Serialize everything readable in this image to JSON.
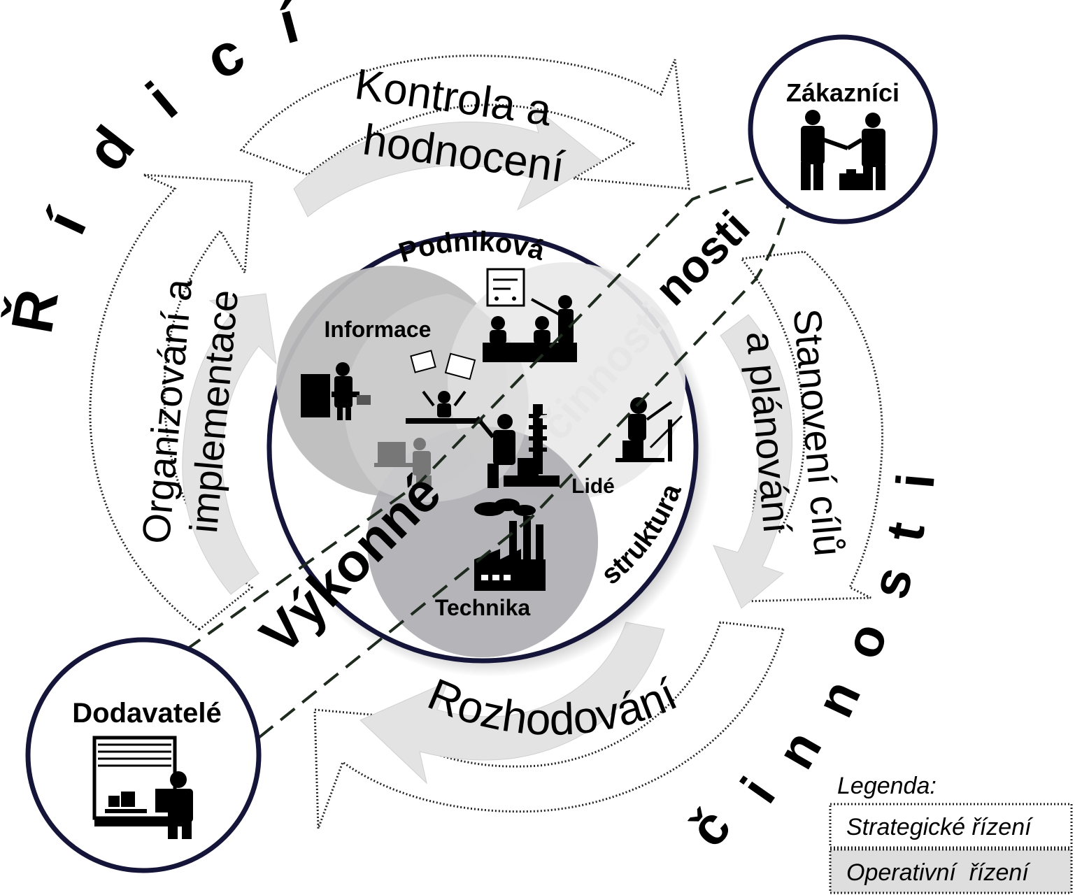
{
  "diagram": {
    "outer_left_letters": [
      "Ř",
      "í",
      "d",
      "i",
      "c",
      "í"
    ],
    "outer_right_letters": [
      "č",
      "i",
      "n",
      "n",
      "o",
      "s",
      "t",
      "i"
    ],
    "cycle": {
      "top": [
        "Kontrola a",
        "hodnocení"
      ],
      "left": [
        "Organizování a",
        "implementace"
      ],
      "right": [
        "Stanovení cílů",
        "a plánování"
      ],
      "bottom": [
        "Rozhodování"
      ]
    },
    "center": {
      "upper_arc": "Podniková",
      "right_arc": "struktura",
      "diagonal_upper": "činnosti",
      "diagonal_right_word": "nosti",
      "diagonal_lower": "Výkonné",
      "circles": {
        "information": "Informace",
        "people": "Lidé",
        "technology": "Technika"
      }
    },
    "customers": "Zákazníci",
    "suppliers": "Dodavatelé",
    "legend": {
      "title": "Legenda:",
      "strategic": "Strategické řízení",
      "operative": "Operativní  řízení"
    },
    "colors": {
      "navy_outline": "#15153a",
      "arrow_fill": "#e8e8e8",
      "inner_arrow_fill": "#dcdcdc",
      "info_circle": "#bdbdbd",
      "people_circle": "#e9e9e9",
      "tech_circle": "#8e8e96",
      "operative_box": "#dedede",
      "dash_color": "#1d2a1d"
    }
  }
}
